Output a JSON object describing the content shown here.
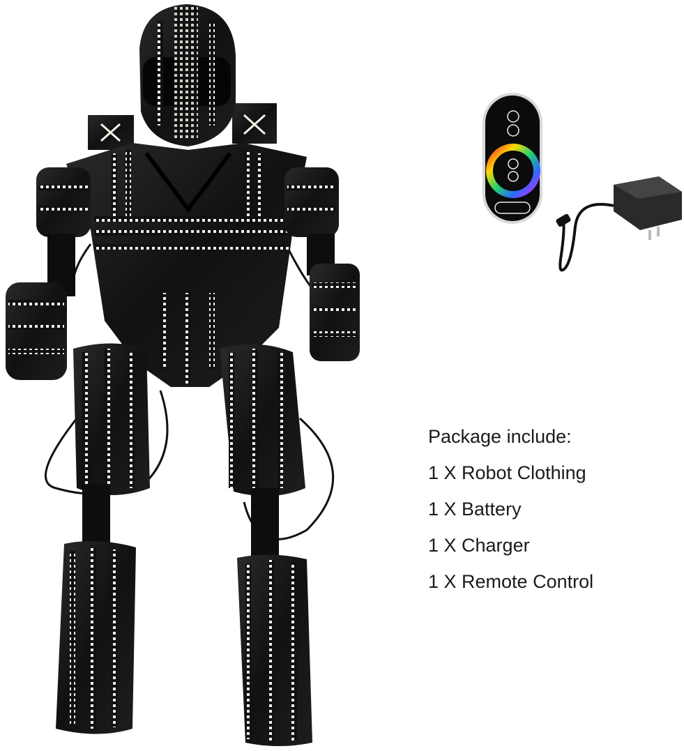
{
  "package": {
    "heading": "Package include:",
    "items": [
      "1 X Robot Clothing",
      "1 X Battery",
      "1 X Charger",
      "1 X Remote Control"
    ]
  },
  "colors": {
    "background": "#ffffff",
    "suit": "#151515",
    "led": "#f2f2e8",
    "text": "#1a1a1a"
  },
  "images": {
    "suit": "led-robot-suit",
    "remote": "rgb-touch-remote-control",
    "charger": "ac-power-adapter"
  }
}
